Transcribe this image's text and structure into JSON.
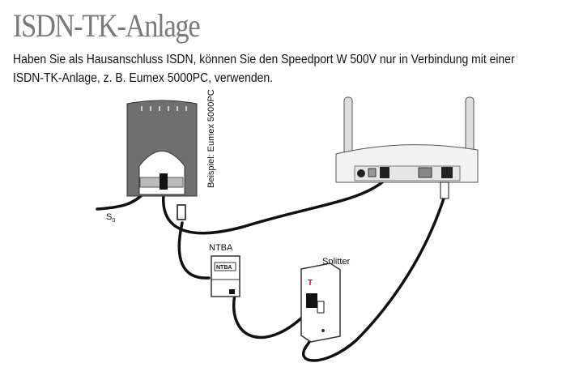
{
  "title": "ISDN-TK-Anlage",
  "intro": "Haben Sie als Hausanschluss ISDN, können Sie den Speedport W 500V nur in Verbindung mit einer ISDN-TK-Anlage, z. B. Eumex 5000PC, verwenden.",
  "diagram": {
    "eumex_label": "Beispiel: Eumex 5000PC",
    "s0_label": "S",
    "s0_sub": "0",
    "ntba_label": "NTBA",
    "ntba_device_text": "NTBA",
    "splitter_label": "Splitter"
  }
}
